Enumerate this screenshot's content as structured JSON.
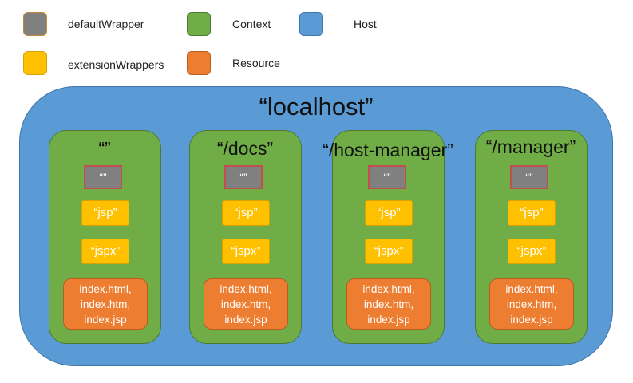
{
  "legend": [
    {
      "label": "defaultWrapper",
      "color": "#808080"
    },
    {
      "label": "Context",
      "color": "#70ad47"
    },
    {
      "label": "Host",
      "color": "#5b9bd5"
    },
    {
      "label": "extensionWrappers",
      "color": "#ffc000"
    },
    {
      "label": "Resource",
      "color": "#ed7d31"
    }
  ],
  "host": {
    "name": "“localhost”"
  },
  "contexts": [
    {
      "name": "“”",
      "default_wrapper": "“”",
      "extensions": [
        "“jsp”",
        "“jspx”"
      ],
      "resources": [
        "index.html,",
        "index.htm,",
        "index.jsp"
      ]
    },
    {
      "name": "“/docs”",
      "default_wrapper": "“”",
      "extensions": [
        "“jsp”",
        "“jspx”"
      ],
      "resources": [
        "index.html,",
        "index.htm,",
        "index.jsp"
      ]
    },
    {
      "name": "“/host-manager”",
      "default_wrapper": "“”",
      "extensions": [
        "“jsp”",
        "“jspx”"
      ],
      "resources": [
        "index.html,",
        "index.htm,",
        "index.jsp"
      ]
    },
    {
      "name": "“/manager”",
      "default_wrapper": "“”",
      "extensions": [
        "“jsp”",
        "“jspx”"
      ],
      "resources": [
        "index.html,",
        "index.htm,",
        "index.jsp"
      ]
    }
  ]
}
